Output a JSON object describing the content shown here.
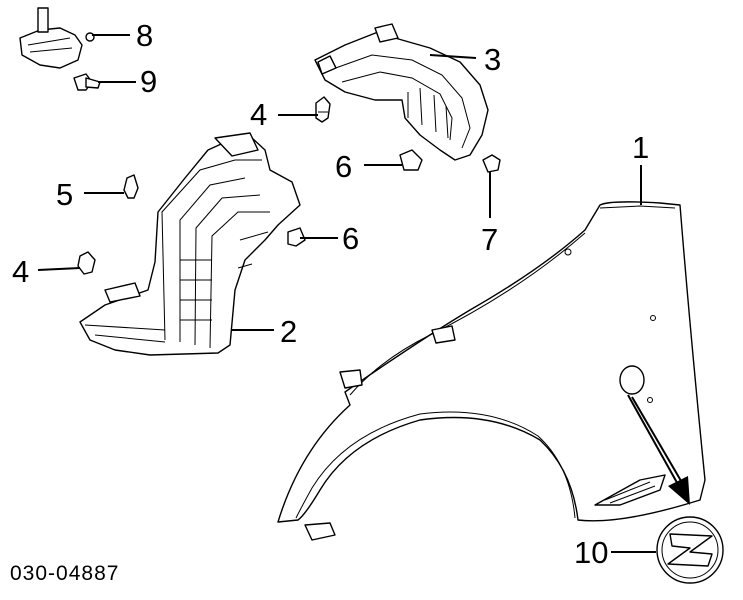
{
  "diagram": {
    "reference_code": "030-04887",
    "callouts": {
      "c1": "1",
      "c2": "2",
      "c3": "3",
      "c4a": "4",
      "c4b": "4",
      "c5": "5",
      "c6a": "6",
      "c6b": "6",
      "c7": "7",
      "c8": "8",
      "c9": "9",
      "c10": "10"
    },
    "colors": {
      "line": "#000000",
      "background": "#ffffff"
    }
  }
}
